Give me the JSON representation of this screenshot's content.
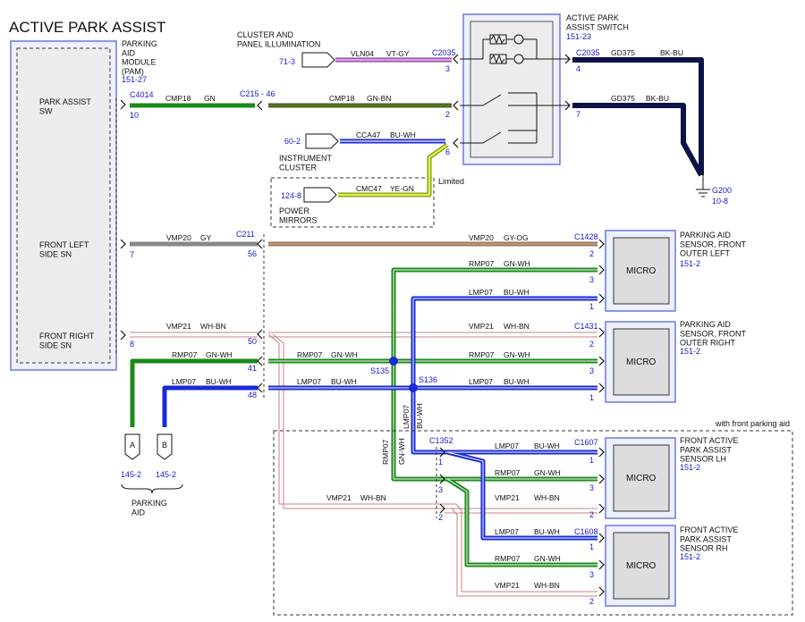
{
  "title": "ACTIVE PARK ASSIST",
  "colors": {
    "green": "#1b8a1b",
    "blue": "#1a2ad6",
    "navy": "#0d1247",
    "gray": "#888888",
    "tan": "#a08a6a",
    "pink": "#d9a3a3",
    "violet": "#c58bd6",
    "yellow": "#d8e030",
    "module_border": "#6a7ad8",
    "module_fill": "#eef0ff",
    "micro_fill": "#dddddd",
    "connector_text": "#1a1acc"
  },
  "pam": {
    "name": "PARKING\nAID\nMODULE\n(PAM)",
    "ref": "151-27",
    "functions": [
      "PARK ASSIST\nSW",
      "FRONT LEFT\nSIDE SN",
      "FRONT RIGHT\nSIDE SN"
    ]
  },
  "switch": {
    "name": "ACTIVE PARK\nASSIST SWITCH",
    "ref": "151-23"
  },
  "sources": [
    {
      "name": "CLUSTER AND\nPANEL ILLUMINATION",
      "ref": "71-3"
    },
    {
      "name": "INSTRUMENT\nCLUSTER",
      "ref": "60-2"
    },
    {
      "name": "POWER\nMIRRORS",
      "ref": "124-8"
    }
  ],
  "ground": {
    "name": "G200",
    "ref": "10-8"
  },
  "note_limited": "Limited",
  "note_front": "with front parking aid",
  "sensors": [
    {
      "name": "PARKING AID\nSENSOR, FRONT\nOUTER LEFT",
      "ref": "151-2",
      "connector": "C1428"
    },
    {
      "name": "PARKING AID\nSENSOR, FRONT\nOUTER RIGHT",
      "ref": "151-2",
      "connector": "C1431"
    },
    {
      "name": "FRONT ACTIVE\nPARK ASSIST\nSENSOR LH",
      "ref": "151-2",
      "connector": "C1607"
    },
    {
      "name": "FRONT ACTIVE\nPARK ASSIST\nSENSOR RH",
      "ref": "151-2",
      "connector": "C1608"
    }
  ],
  "micro_label": "MICRO",
  "parking_aid": {
    "label": "PARKING\nAID",
    "a": "A",
    "b": "B",
    "ref_a": "145-2",
    "ref_b": "145-2"
  },
  "connectors": {
    "c4014": "C4014",
    "c215": "C215 - 46",
    "c2035": "C2035",
    "c2035r": "C2035",
    "c211": "C211",
    "c1352": "C1352",
    "s135": "S135",
    "s136": "S136"
  },
  "pins": {
    "p10": "10",
    "p7pam": "7",
    "p8": "8",
    "p3sw": "3",
    "p2sw": "2",
    "p6sw": "6",
    "p4": "4",
    "p7r": "7",
    "p56": "56",
    "p50": "50",
    "p41": "41",
    "p48": "48",
    "s1_2": "2",
    "s1_3": "3",
    "s1_1": "1",
    "s2_2": "2",
    "s2_3": "3",
    "s2_1": "1",
    "s3_1": "1",
    "s3_3": "3",
    "s3_2": "2",
    "s4_1": "1",
    "s4_3": "3",
    "s4_2": "2",
    "c1352_1": "1",
    "c1352_3": "3",
    "c1352_2": "2"
  },
  "wires": {
    "vln04": "VLN04",
    "vtgy": "VT-GY",
    "cmp18a": "CMP18",
    "gn": "GN",
    "cmp18b": "CMP18",
    "gnbn": "GN-BN",
    "cca47": "CCA47",
    "buwh": "BU-WH",
    "cmc47": "CMC47",
    "yegn": "YE-GN",
    "gd375a": "GD375",
    "bkbu_a": "BK-BU",
    "gd375b": "GD375",
    "bkbu_b": "BK-BU",
    "vmp20a": "VMP20",
    "gy": "GY",
    "vmp20b": "VMP20",
    "gyog": "GY-OG",
    "rmp07_1": "RMP07",
    "gnwh_1": "GN-WH",
    "lmp07_1": "LMP07",
    "buwh_1": "BU-WH",
    "vmp21a": "VMP21",
    "whbn_a": "WH-BN",
    "vmp21b": "VMP21",
    "whbn_b": "WH-BN",
    "rmp07_2": "RMP07",
    "gnwh_2": "GN-WH",
    "rmp07_3": "RMP07",
    "gnwh_3": "GN-WH",
    "rmp07_4": "RMP07",
    "gnwh_4": "GN-WH",
    "lmp07_2": "LMP07",
    "buwh_2": "BU-WH",
    "lmp07_3": "LMP07",
    "buwh_3": "BU-WH",
    "lmp07_4": "LMP07",
    "buwh_4": "BU-WH",
    "lmp07_v": "LMP07",
    "buwh_v": "BU-WH",
    "rmp07_v": "RMP07",
    "gnwh_v": "GN-WH",
    "lmp07_5": "LMP07",
    "buwh_5": "BU-WH",
    "rmp07_5": "RMP07",
    "gnwh_5": "GN-WH",
    "vmp21c": "VMP21",
    "whbn_c": "WH-BN",
    "vmp21d": "VMP21",
    "whbn_d": "WH-BN",
    "lmp07_6": "LMP07",
    "buwh_6": "BU-WH",
    "rmp07_6": "RMP07",
    "gnwh_6": "GN-WH",
    "vmp21e": "VMP21",
    "whbn_e": "WH-BN"
  }
}
